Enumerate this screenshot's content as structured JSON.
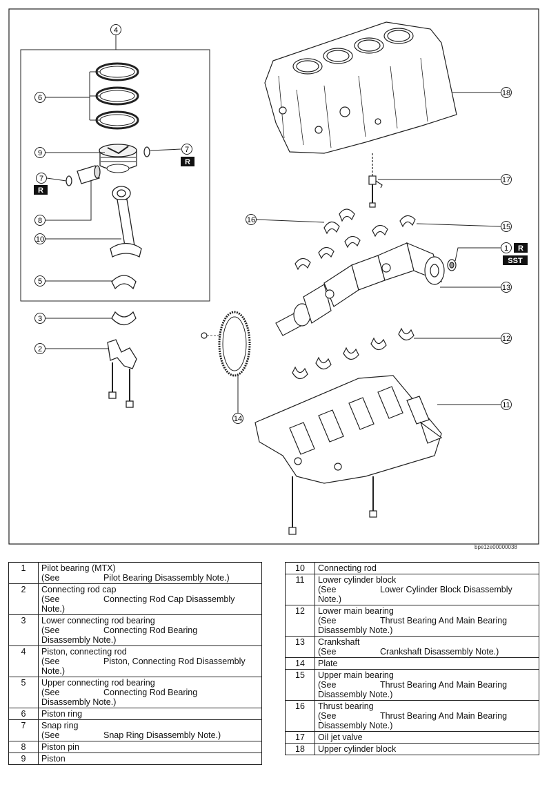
{
  "diagram": {
    "callouts": [
      "4",
      "6",
      "9",
      "7",
      "7",
      "8",
      "10",
      "5",
      "3",
      "2",
      "18",
      "17",
      "16",
      "15",
      "1",
      "13",
      "12",
      "14",
      "11"
    ],
    "badges": {
      "r": "R",
      "sst": "SST"
    },
    "reference_code": "bpe1ze00000038"
  },
  "legend_left": [
    {
      "num": "1",
      "name": "Pilot bearing (MTX)",
      "see": "(See",
      "link": "Pilot Bearing Disassembly Note.)",
      "tail": ""
    },
    {
      "num": "2",
      "name": "Connecting rod cap",
      "see": "(See",
      "link": "Connecting Rod Cap Disassembly",
      "tail": "Note.)"
    },
    {
      "num": "3",
      "name": "Lower connecting rod bearing",
      "see": "(See",
      "link": "Connecting Rod Bearing",
      "tail": "Disassembly Note.)"
    },
    {
      "num": "4",
      "name": "Piston, connecting rod",
      "see": "(See",
      "link": "Piston, Connecting Rod Disassembly",
      "tail": "Note.)"
    },
    {
      "num": "5",
      "name": "Upper connecting rod bearing",
      "see": "(See",
      "link": "Connecting Rod Bearing",
      "tail": "Disassembly Note.)"
    },
    {
      "num": "6",
      "name": "Piston ring",
      "see": "",
      "link": "",
      "tail": ""
    },
    {
      "num": "7",
      "name": "Snap ring",
      "see": "(See",
      "link": "Snap Ring Disassembly Note.)",
      "tail": ""
    },
    {
      "num": "8",
      "name": "Piston pin",
      "see": "",
      "link": "",
      "tail": ""
    },
    {
      "num": "9",
      "name": "Piston",
      "see": "",
      "link": "",
      "tail": ""
    }
  ],
  "legend_right": [
    {
      "num": "10",
      "name": "Connecting rod",
      "see": "",
      "link": "",
      "tail": ""
    },
    {
      "num": "11",
      "name": "Lower cylinder block",
      "see": "(See",
      "link": "Lower Cylinder Block Disassembly",
      "tail": "Note.)"
    },
    {
      "num": "12",
      "name": "Lower main bearing",
      "see": "(See",
      "link": "Thrust Bearing And Main Bearing",
      "tail": "Disassembly Note.)"
    },
    {
      "num": "13",
      "name": "Crankshaft",
      "see": "(See",
      "link": "Crankshaft Disassembly Note.)",
      "tail": ""
    },
    {
      "num": "14",
      "name": "Plate",
      "see": "",
      "link": "",
      "tail": ""
    },
    {
      "num": "15",
      "name": "Upper main bearing",
      "see": "(See",
      "link": "Thrust Bearing And Main Bearing",
      "tail": "Disassembly Note.)"
    },
    {
      "num": "16",
      "name": "Thrust bearing",
      "see": "(See",
      "link": "Thrust Bearing And Main Bearing",
      "tail": "Disassembly Note.)"
    },
    {
      "num": "17",
      "name": "Oil jet valve",
      "see": "",
      "link": "",
      "tail": ""
    },
    {
      "num": "18",
      "name": "Upper cylinder block",
      "see": "",
      "link": "",
      "tail": ""
    }
  ]
}
